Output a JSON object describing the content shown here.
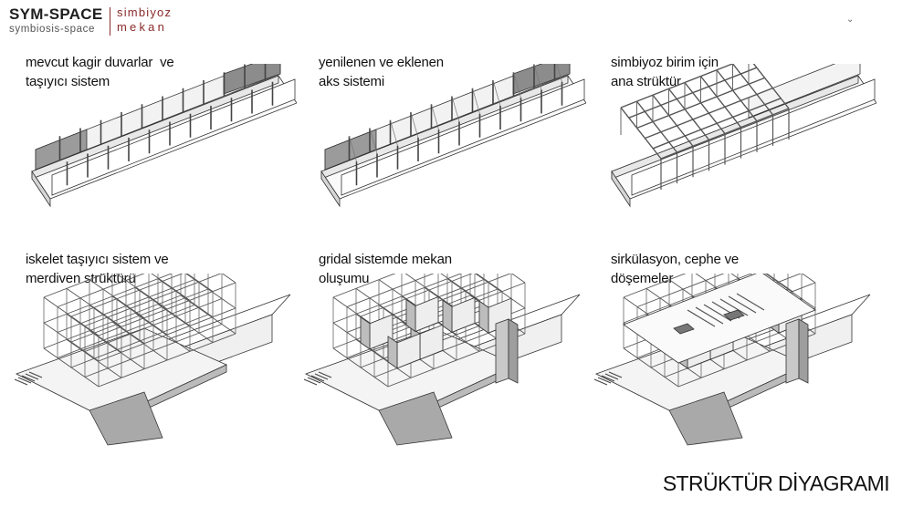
{
  "header": {
    "title": "SYM-SPACE",
    "subtitle": "symbiosis-space",
    "right_line1": "simbiyoz",
    "right_line2": "mekan",
    "accent_color": "#8a2a2a",
    "chevron": "⌄"
  },
  "panels": [
    {
      "line1": "mevcut kagir duvarlar  ve",
      "line2": "taşıyıcı sistem"
    },
    {
      "line1": "yenilenen ve eklenen",
      "line2": "aks sistemi"
    },
    {
      "line1": "simbiyoz birim için",
      "line2": "ana strüktür"
    },
    {
      "line1": "iskelet taşıyıcı sistem ve",
      "line2": "merdiven strüktürü"
    },
    {
      "line1": "gridal sistemde mekan",
      "line2": "oluşumu"
    },
    {
      "line1": "sirkülasyon, cephe ve",
      "line2": "döşemeler"
    }
  ],
  "footer": {
    "title": "STRÜKTÜR DİYAGRAMI"
  }
}
